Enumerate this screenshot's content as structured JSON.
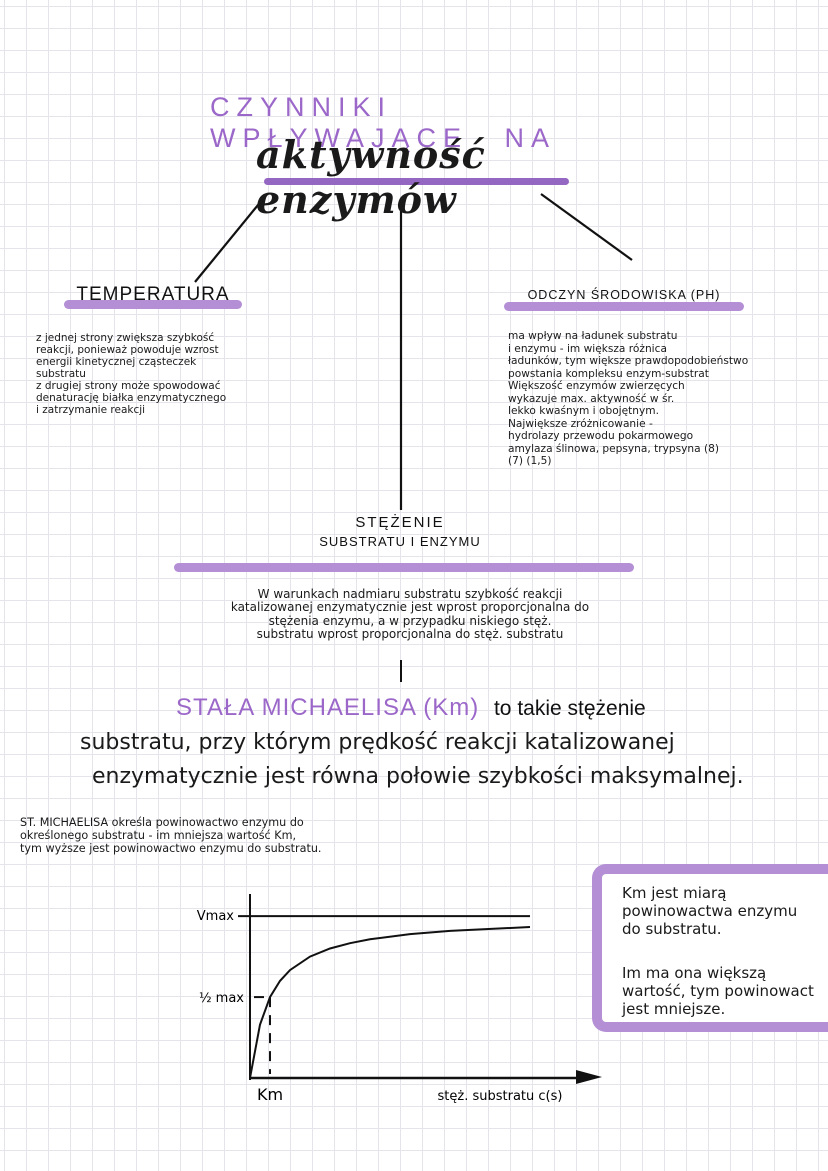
{
  "title": {
    "line1": "CZYNNIKI WPŁYWAJĄCE NA",
    "line2": "aktywność enzymów"
  },
  "temperatura": {
    "heading": "TEMPERATURA",
    "text": "z jednej strony zwiększa szybkość\nreakcji, ponieważ powoduje wzrost\nenergii kinetycznej cząsteczek\nsubstratu\nz drugiej strony może spowodować\ndenaturację białka enzymatycznego\ni zatrzymanie reakcji"
  },
  "odczyn": {
    "heading": "ODCZYN ŚRODOWISKA (PH)",
    "text": "ma wpływ na ładunek substratu\ni enzymu - im większa różnica\nładunków, tym większe prawdopodobieństwo\npowstania kompleksu enzym-substrat\nWiększość enzymów zwierzęcych\nwykazuje max. aktywność w śr.\nlekko kwaśnym i obojętnym.\nNajwiększe zróżnicowanie -\nhydrolazy przewodu pokarmowego\namylaza ślinowa, pepsyna, trypsyna (8)\n(7)        (1,5)"
  },
  "stezenie": {
    "heading_line1": "STĘŻENIE",
    "heading_line2": "SUBSTRATU I ENZYMU",
    "text": "W warunkach nadmiaru substratu szybkość reakcji\nkatalizowanej enzymatycznie jest wprost proporcjonalna do\nstężenia enzymu, a w przypadku niskiego stęż.\nsubstratu wprost proporcjonalna do stęż. substratu"
  },
  "michaelis": {
    "term": "STAŁA MICHAELISA (Km)",
    "def_part1": "to takie stężenie",
    "def_line2": "substratu, przy którym prędkość reakcji katalizowanej",
    "def_line3": "enzymatycznie jest równa połowie szybkości maksymalnej.",
    "note": "ST. MICHAELISA określa powinowactwo enzymu do\nokreślonego substratu - im mniejsza wartość Km,\ntym wyższe jest powinowactwo enzymu do substratu."
  },
  "chart_data": {
    "type": "line",
    "title": "",
    "xlabel": "stęż. substratu c(s)",
    "ylabel": "",
    "x_tick_labels": [
      "Km"
    ],
    "y_tick_labels": [
      "Vmax",
      "½ max"
    ],
    "series": [
      {
        "x": [
          0,
          0.5,
          1,
          1.5,
          2,
          3,
          4,
          5,
          6,
          8,
          10,
          14
        ],
        "y": [
          0,
          0.33,
          0.5,
          0.6,
          0.667,
          0.75,
          0.8,
          0.833,
          0.857,
          0.889,
          0.909,
          0.933
        ]
      }
    ],
    "vmax": 1,
    "km": 1,
    "xlim": [
      0,
      16
    ],
    "ylim": [
      0,
      1.1
    ],
    "grid": false
  },
  "side_note": {
    "text1": "Km jest miarą\npowinowactwa enzymu\ndo substratu.",
    "text2": "Im ma ona większą\nwartość, tym powinowact\njest mniejsze."
  },
  "colors": {
    "accent": "#9b67c9",
    "highlight": "#b48fd6",
    "ink": "#1a1a1a"
  }
}
